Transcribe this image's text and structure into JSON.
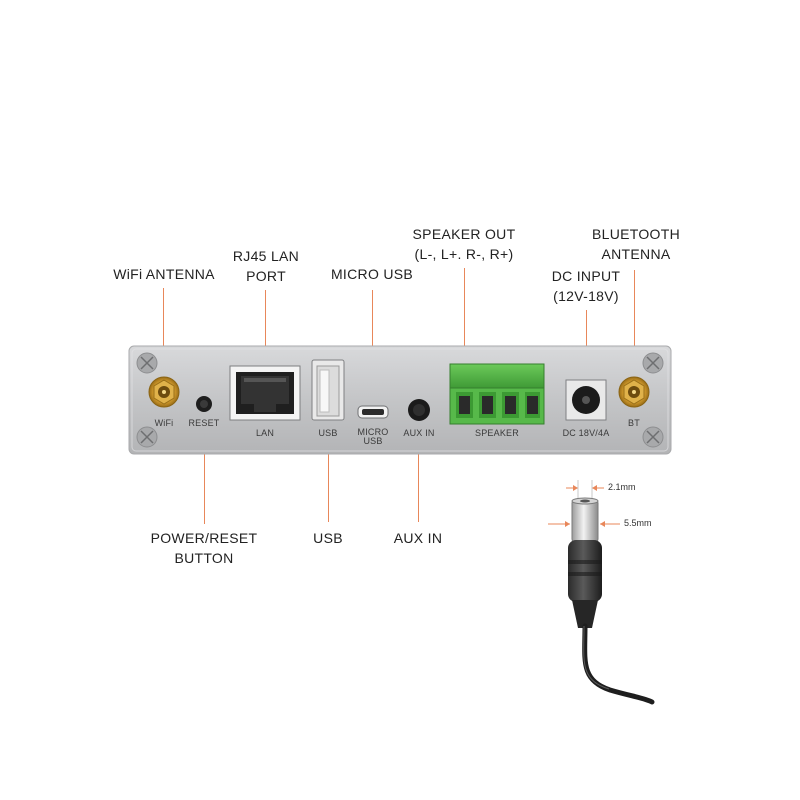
{
  "colors": {
    "leader_line": "#e8875a",
    "panel": "#c6c7c9",
    "connector_green": "#55b847",
    "gold": "#d9a93e",
    "text": "#222222"
  },
  "callouts": {
    "wifi_antenna": "WiFi ANTENNA",
    "rj45_line1": "RJ45 LAN",
    "rj45_line2": "PORT",
    "micro_usb": "MICRO USB",
    "speaker_out_line1": "SPEAKER OUT",
    "speaker_out_line2": "(L-, L+. R-, R+)",
    "dc_input_line1": "DC INPUT",
    "dc_input_line2": "(12V-18V)",
    "bluetooth_line1": "BLUETOOTH",
    "bluetooth_line2": "ANTENNA",
    "power_reset_line1": "POWER/RESET",
    "power_reset_line2": "BUTTON",
    "usb": "USB",
    "aux_in": "AUX IN"
  },
  "panel_labels": {
    "wifi": "WiFi",
    "reset": "RESET",
    "lan": "LAN",
    "usb": "USB",
    "micro_usb_line1": "MICRO",
    "micro_usb_line2": "USB",
    "aux_in": "AUX IN",
    "speaker": "SPEAKER",
    "dc": "DC 18V/4A",
    "bt": "BT"
  },
  "dc_plug": {
    "inner_diameter": "2.1mm",
    "outer_diameter": "5.5mm"
  }
}
